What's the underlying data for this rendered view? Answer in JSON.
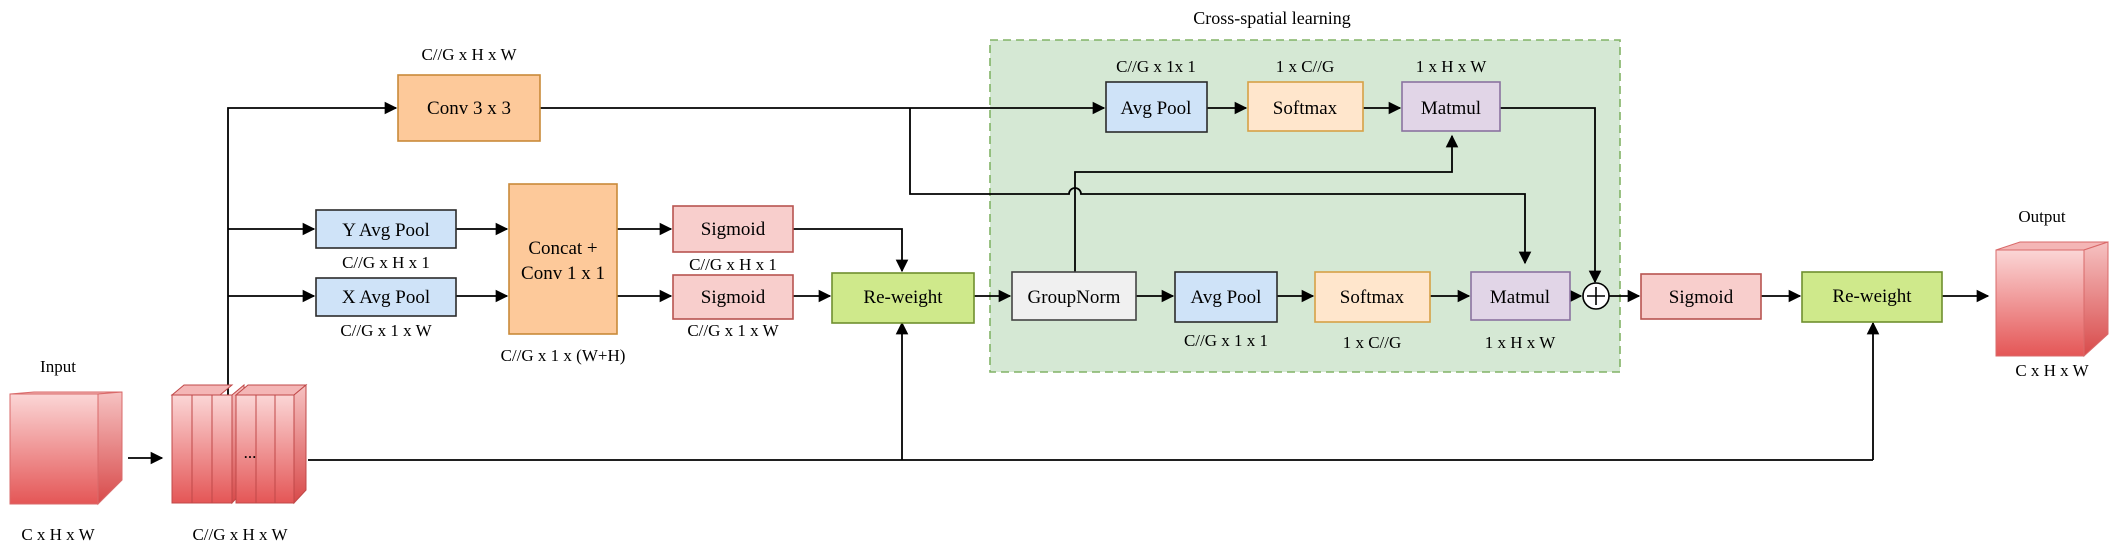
{
  "colors": {
    "blue": "#cfe3f8",
    "blue_stroke": "#2b2b2b",
    "orange": "#fdc99a",
    "orange_stroke": "#c98a3a",
    "peach": "#ffe6cc",
    "peach_stroke": "#d6a146",
    "pink": "#f8cecc",
    "pink_stroke": "#b85450",
    "green": "#cfe98b",
    "green_stroke": "#6f8f2f",
    "purple": "#e1d5e7",
    "purple_stroke": "#8a73a0",
    "gray": "#f0f0f0",
    "gray_stroke": "#444444",
    "region_fill": "#d5e8d4",
    "region_stroke": "#82b366",
    "cube_top": "#f4b6b6",
    "cube_front": "#e86868",
    "cube_side": "#e08888"
  },
  "region": {
    "title": "Cross-spatial learning"
  },
  "nodes": {
    "conv3": {
      "label": "Conv 3 x 3",
      "caption": "C//G x H x W"
    },
    "yavg": {
      "label": "Y Avg Pool",
      "caption": "C//G x H x 1"
    },
    "xavg": {
      "label": "X Avg Pool",
      "caption": "C//G x 1 x W"
    },
    "concat": {
      "label_line1": "Concat +",
      "label_line2": "Conv 1 x 1",
      "caption": "C//G x 1 x (W+H)"
    },
    "sig1": {
      "label": "Sigmoid",
      "caption": "C//G x H x 1"
    },
    "sig2": {
      "label": "Sigmoid",
      "caption": "C//G x 1 x W"
    },
    "reweight1": {
      "label": "Re-weight"
    },
    "groupnorm": {
      "label": "GroupNorm"
    },
    "avgpool_top": {
      "label": "Avg Pool",
      "caption": "C//G x 1x 1"
    },
    "softmax_top": {
      "label": "Softmax",
      "caption": "1 x C//G"
    },
    "matmul_top": {
      "label": "Matmul",
      "caption": "1 x H x W"
    },
    "avgpool_bot": {
      "label": "Avg Pool",
      "caption": "C//G x 1 x 1"
    },
    "softmax_bot": {
      "label": "Softmax",
      "caption": "1 x C//G"
    },
    "matmul_bot": {
      "label": "Matmul",
      "caption": "1 x H x W"
    },
    "sig3": {
      "label": "Sigmoid"
    },
    "reweight2": {
      "label": "Re-weight"
    }
  },
  "input": {
    "title": "Input",
    "caption": "C x H x W"
  },
  "groups": {
    "caption": "C//G x H x W",
    "dots": "..."
  },
  "output": {
    "title": "Output",
    "caption": "C x H x W"
  }
}
